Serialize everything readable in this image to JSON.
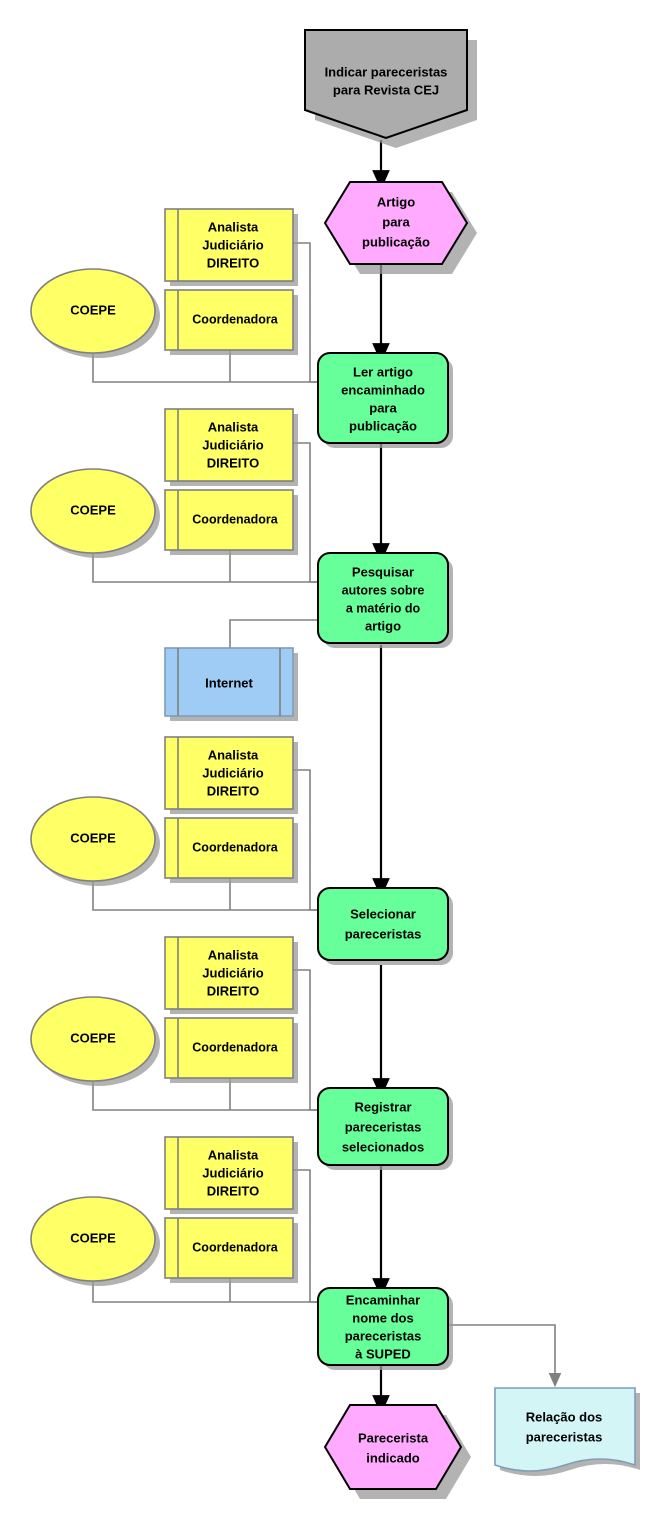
{
  "diagram": {
    "title": "Indicar pareceristas para Revista CEJ",
    "type": "flowchart",
    "colors": {
      "start_terminal": "#acacac",
      "event": "#ffaaff",
      "process": "#66ff99",
      "role": "#ffff66",
      "system": "#9fccf5",
      "document": "#d4f5f5",
      "connector_line": "#808080",
      "flow_line": "#000000"
    },
    "nodes": {
      "start": {
        "label_line1": "Indicar pareceristas",
        "label_line2": "para Revista CEJ",
        "shape": "pentagon-down"
      },
      "event_start": {
        "label_line1": "Artigo",
        "label_line2": "para",
        "label_line3": "publicação",
        "shape": "hexagon"
      },
      "process_1": {
        "label_line1": "Ler artigo",
        "label_line2": "encaminhado",
        "label_line3": "para",
        "label_line4": "publicação",
        "shape": "rounded-rect"
      },
      "process_2": {
        "label_line1": "Pesquisar",
        "label_line2": "autores sobre",
        "label_line3": "a matério do",
        "label_line4": "artigo",
        "shape": "rounded-rect"
      },
      "process_3": {
        "label_line1": "Selecionar",
        "label_line2": "pareceristas",
        "shape": "rounded-rect"
      },
      "process_4": {
        "label_line1": "Registrar",
        "label_line2": "pareceristas",
        "label_line3": "selecionados",
        "shape": "rounded-rect"
      },
      "process_5": {
        "label_line1": "Encaminhar",
        "label_line2": "nome dos",
        "label_line3": "pareceristas",
        "label_line4": "à SUPED",
        "shape": "rounded-rect"
      },
      "event_end": {
        "label_line1": "Parecerista",
        "label_line2": "indicado",
        "shape": "hexagon"
      },
      "document_out": {
        "label_line1": "Relação dos",
        "label_line2": "pareceristas",
        "shape": "document"
      },
      "system_internet": {
        "label": "Internet",
        "shape": "system-box"
      }
    },
    "role_groups": [
      {
        "id": "group-1",
        "org": "COEPE",
        "role_top_line1": "Analista",
        "role_top_line2": "Judiciário",
        "role_top_line3": "DIREITO",
        "role_bottom": "Coordenadora",
        "attached_to": "Ler artigo encaminhado para publicação"
      },
      {
        "id": "group-2",
        "org": "COEPE",
        "role_top_line1": "Analista",
        "role_top_line2": "Judiciário",
        "role_top_line3": "DIREITO",
        "role_bottom": "Coordenadora",
        "attached_to": "Pesquisar autores sobre a matério do artigo"
      },
      {
        "id": "group-3",
        "org": "COEPE",
        "role_top_line1": "Analista",
        "role_top_line2": "Judiciário",
        "role_top_line3": "DIREITO",
        "role_bottom": "Coordenadora",
        "attached_to": "Selecionar pareceristas"
      },
      {
        "id": "group-4",
        "org": "COEPE",
        "role_top_line1": "Analista",
        "role_top_line2": "Judiciário",
        "role_top_line3": "DIREITO",
        "role_bottom": "Coordenadora",
        "attached_to": "Registrar pareceristas selecionados"
      },
      {
        "id": "group-5",
        "org": "COEPE",
        "role_top_line1": "Analista",
        "role_top_line2": "Judiciário",
        "role_top_line3": "DIREITO",
        "role_bottom": "Coordenadora",
        "attached_to": "Encaminhar nome dos pareceristas à SUPED"
      }
    ]
  }
}
